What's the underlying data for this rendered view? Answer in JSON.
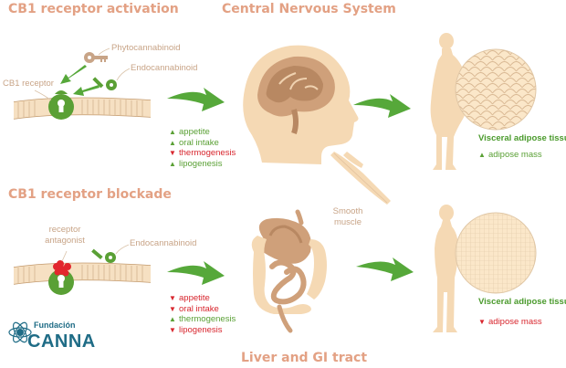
{
  "titles": {
    "activation": "CB1 receptor activation",
    "cns": "Central Nervous System",
    "blockade": "CB1 receptor blockade",
    "liver": "Liver and GI tract"
  },
  "labels": {
    "phytocannabinoid": "Phytocannabinoid",
    "endocannabinoid_top": "Endocannabinoid",
    "cb1_receptor": "CB1 receptor",
    "receptor_antagonist": "receptor antagonist",
    "endocannabinoid_bottom": "Endocannabinoid",
    "smooth_muscle": "Smooth muscle"
  },
  "effects_top": [
    {
      "dir": "up",
      "text": "appetite"
    },
    {
      "dir": "up",
      "text": "oral intake"
    },
    {
      "dir": "down",
      "text": "thermogenesis"
    },
    {
      "dir": "up",
      "text": "lipogenesis"
    }
  ],
  "effects_bottom": [
    {
      "dir": "down",
      "text": "appetite"
    },
    {
      "dir": "down",
      "text": "oral intake"
    },
    {
      "dir": "up",
      "text": "thermogenesis"
    },
    {
      "dir": "down",
      "text": "lipogenesis"
    }
  ],
  "tissue_top": {
    "title": "Visceral adipose tissue",
    "dir": "up",
    "text": "adipose mass"
  },
  "tissue_bottom": {
    "title": "Visceral adipose tissue",
    "dir": "down",
    "text": "adipose mass"
  },
  "logo": {
    "line1": "Fundación",
    "line2": "CANNA"
  },
  "colors": {
    "heading": "#e3a184",
    "label": "#c8a487",
    "up": "#5aa035",
    "down": "#d8262e",
    "arrow_green": "#56a83a",
    "skin": "#f5d9b4",
    "brain": "#cfa07a",
    "logo": "#1f6c86"
  }
}
